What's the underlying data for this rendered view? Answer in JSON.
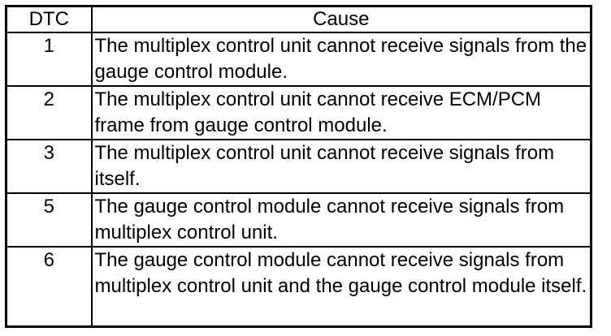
{
  "table": {
    "headers": {
      "dtc": "DTC",
      "cause": "Cause"
    },
    "rows": [
      {
        "dtc": "1",
        "cause": "The multiplex control unit cannot receive signals from the gauge control module."
      },
      {
        "dtc": "2",
        "cause": "The multiplex control unit cannot receive ECM/PCM frame from gauge control module."
      },
      {
        "dtc": "3",
        "cause": "The multiplex control unit cannot receive signals from itself."
      },
      {
        "dtc": "5",
        "cause": "The gauge control module cannot receive signals from multiplex control unit."
      },
      {
        "dtc": "6",
        "cause": "The gauge control module cannot receive signals from multiplex control unit and the gauge control module itself."
      }
    ]
  }
}
